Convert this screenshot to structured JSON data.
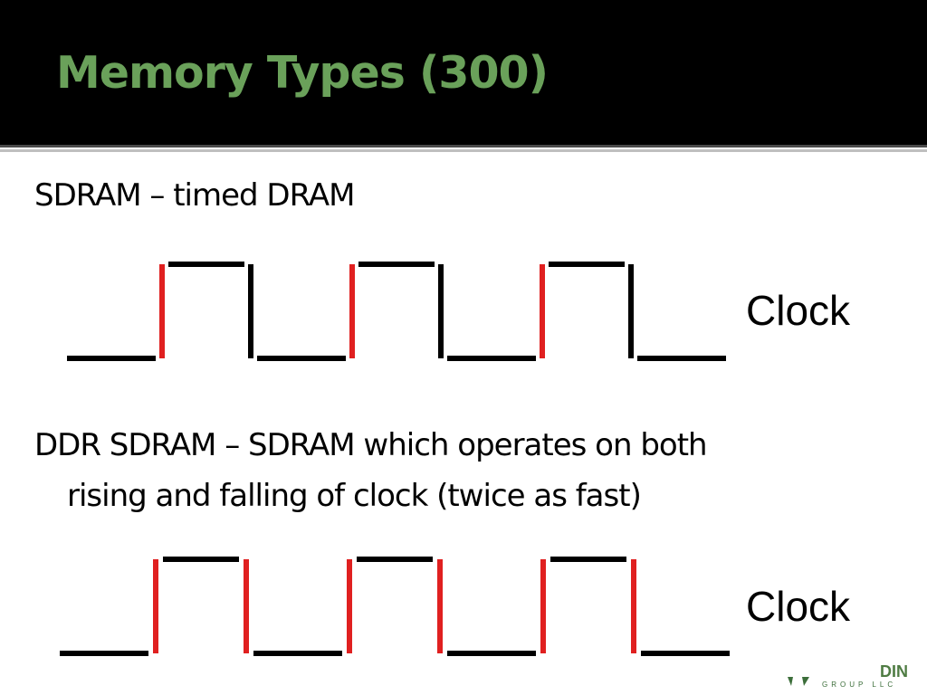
{
  "slide": {
    "title": "Memory Types (300)",
    "bullets": [
      {
        "line1": "SDRAM – timed DRAM"
      },
      {
        "line1": "DDR SDRAM – SDRAM which operates on both",
        "line2": "rising and falling of clock (twice as fast)"
      }
    ]
  },
  "diagrams": [
    {
      "label": "Clock",
      "highlight": "rising",
      "pulses": 3
    },
    {
      "label": "Clock",
      "highlight": "both",
      "pulses": 3
    }
  ],
  "logo": {
    "text": "DIN",
    "subtext": "GROUP LLC"
  },
  "colors": {
    "title": "#6aa15a",
    "edge_highlight": "#e02020",
    "line": "#000000"
  }
}
